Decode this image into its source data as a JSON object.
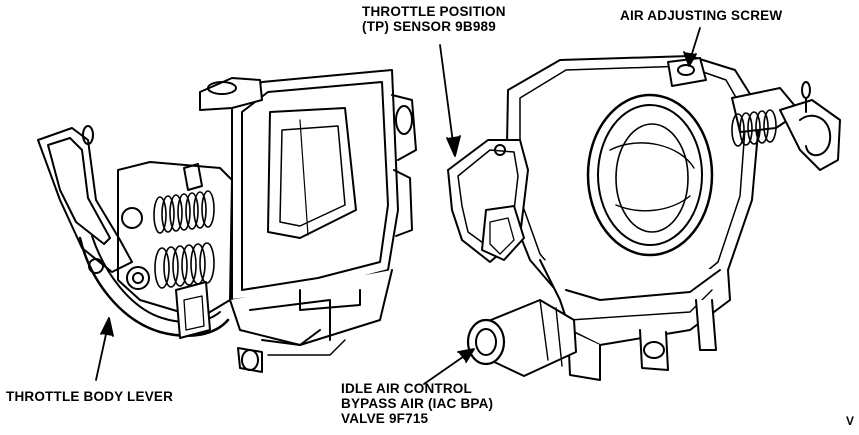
{
  "labels": {
    "tp_sensor": [
      "THROTTLE POSITION",
      "(TP) SENSOR 9B989"
    ],
    "air_screw": "AIR ADJUSTING SCREW",
    "throttle_lever": "THROTTLE BODY LEVER",
    "iac_valve": [
      "IDLE AIR CONTROL",
      "BYPASS AIR (IAC BPA)",
      "VALVE 9F715"
    ],
    "corner_mark": "V"
  },
  "colors": {
    "ink": "#000000",
    "paper": "#ffffff"
  }
}
